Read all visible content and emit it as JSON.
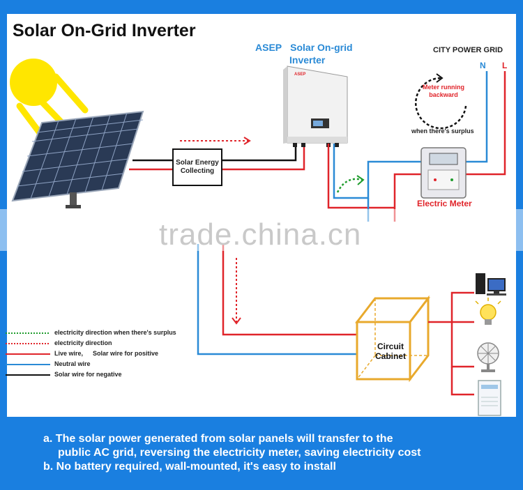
{
  "title": "Solar On-Grid Inverter",
  "inverter": {
    "brand": "ASEP",
    "label_line1": "Solar On-grid",
    "label_line2": "Inverter"
  },
  "grid": {
    "title": "CITY POWER GRID",
    "neutral": "N",
    "live": "L"
  },
  "collector": {
    "line1": "Solar Energy",
    "line2": "Collecting"
  },
  "meter": {
    "note": "Meter running backward",
    "surplus": "when there's surplus",
    "label": "Electric Meter"
  },
  "cabinet": {
    "label": "Circuit Cabinet"
  },
  "watermark": "trade.china.cn",
  "legend": [
    {
      "text": "electricity direction when there's surplus",
      "text2": "",
      "style": "dotted",
      "color": "#1e9c2c"
    },
    {
      "text": "electricity direction",
      "text2": "",
      "style": "dotted",
      "color": "#e0242a"
    },
    {
      "text": "Live wire,",
      "text2": "Solar wire for positive",
      "style": "solid",
      "color": "#e0242a"
    },
    {
      "text": "Neutral wire",
      "text2": "",
      "style": "solid",
      "color": "#2a8ad6"
    },
    {
      "text": "Solar wire for negative",
      "text2": "",
      "style": "solid",
      "color": "#111111"
    }
  ],
  "notes": [
    "a. The solar power generated from solar panels will transfer to the",
    "public AC grid, reversing the electricity meter, saving electricity cost",
    "b. No battery required, wall-mounted, it's easy to install"
  ],
  "colors": {
    "live": "#e0242a",
    "neutral": "#2a8ad6",
    "negative": "#111111",
    "surplus": "#1e9c2c",
    "frame": "#1a7fe0",
    "cabinet": "#e8a92c",
    "sun": "#ffe600"
  },
  "icons": [
    "sun-icon",
    "solar-panel-icon",
    "inverter-icon",
    "electric-meter-icon",
    "circuit-cabinet-icon",
    "computer-icon",
    "light-bulb-icon",
    "fan-icon",
    "air-conditioner-icon"
  ]
}
